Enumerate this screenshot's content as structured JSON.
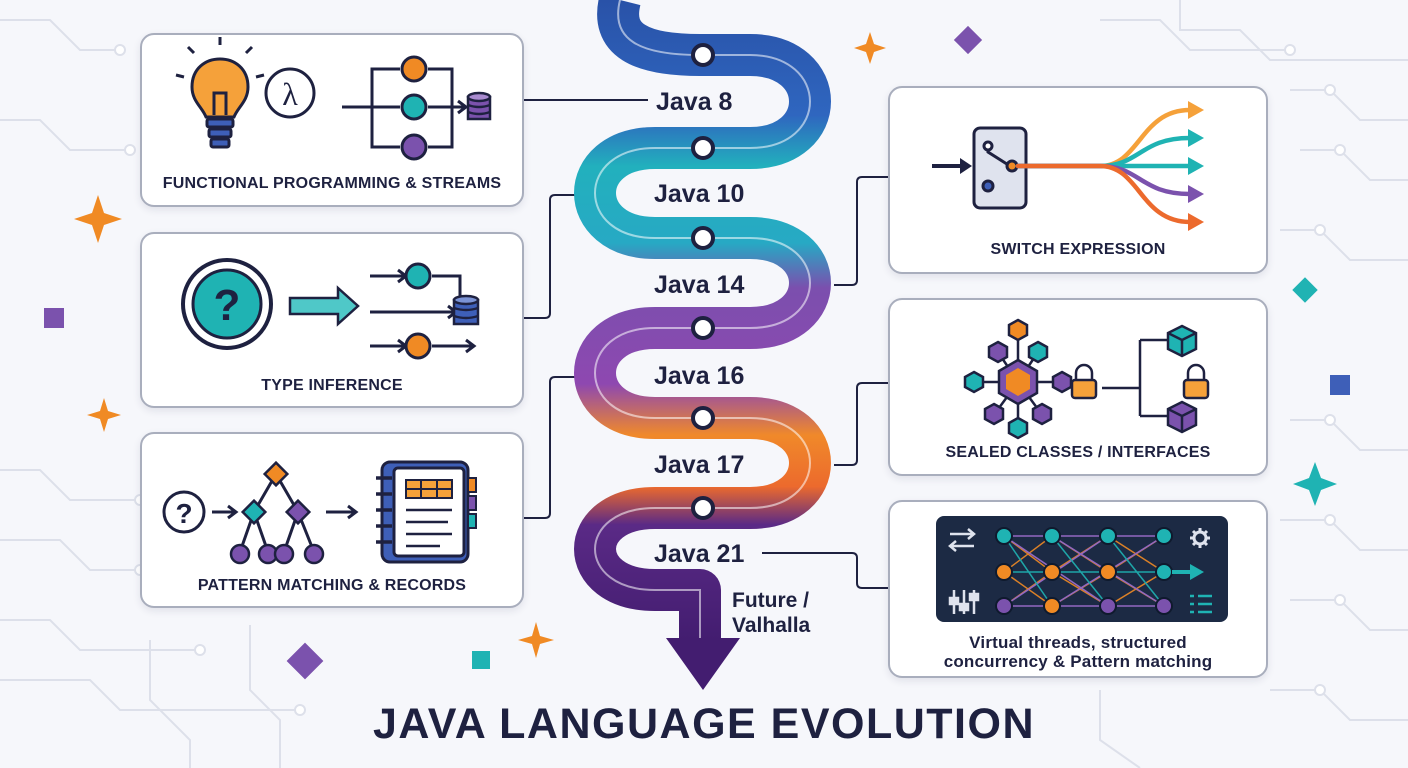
{
  "title": "JAVA LANGUAGE EVOLUTION",
  "timeline": [
    {
      "version": "Java 8"
    },
    {
      "version": "Java 10"
    },
    {
      "version": "Java 14"
    },
    {
      "version": "Java 16"
    },
    {
      "version": "Java 17"
    },
    {
      "version": "Java 21"
    }
  ],
  "future": {
    "line1": "Future /",
    "line2": "Valhalla"
  },
  "features": {
    "functional": "FUNCTIONAL PROGRAMMING & STREAMS",
    "type_inference": "TYPE INFERENCE",
    "pattern_records": "PATTERN MATCHING & RECORDS",
    "switch_expr": "SWITCH EXPRESSION",
    "sealed": "SEALED CLASSES / INTERFACES",
    "virtual_line1": "Virtual threads, structured",
    "virtual_line2": "concurrency & Pattern matching"
  },
  "icons": {
    "lambda": "λ",
    "question": "?"
  },
  "colors": {
    "blue": "#2f5fb0",
    "teal": "#1fb3b3",
    "purple": "#7b52ad",
    "deep_purple": "#4a2178",
    "orange": "#f08a24",
    "navy": "#1e2140"
  }
}
